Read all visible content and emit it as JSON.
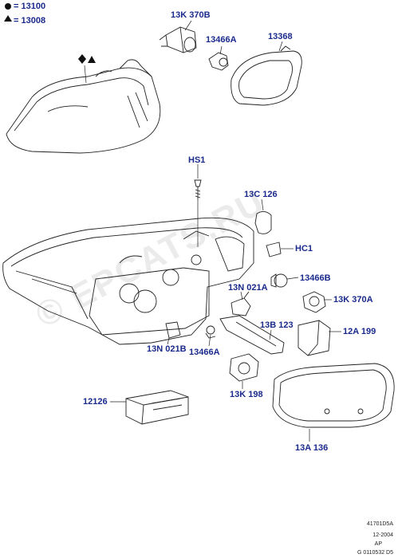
{
  "legend": {
    "circle_code": "= 13100",
    "triangle_code": "= 13008"
  },
  "parts": {
    "p13K370B": "13K 370B",
    "p13466A_top": "13466A",
    "p13368": "13368",
    "pHS1": "HS1",
    "p13C126": "13C 126",
    "pHC1": "HC1",
    "p13466B": "13466B",
    "p13N021A": "13N 021A",
    "p13K370A": "13K 370A",
    "p13B123": "13B 123",
    "p12A199": "12A 199",
    "p13N021B": "13N 021B",
    "p13466A_bottom": "13466A",
    "p13K198": "13K 198",
    "p12126": "12126",
    "p13A136": "13A 136"
  },
  "footer": {
    "code": "41701D5A",
    "date": "12-2004",
    "ap": "AP",
    "ref": "G 0110532 D5"
  },
  "watermark": "© EPCATS.RU",
  "colors": {
    "label": "#1a2a8c",
    "line": "#222222",
    "watermark": "#dcdcdc"
  }
}
